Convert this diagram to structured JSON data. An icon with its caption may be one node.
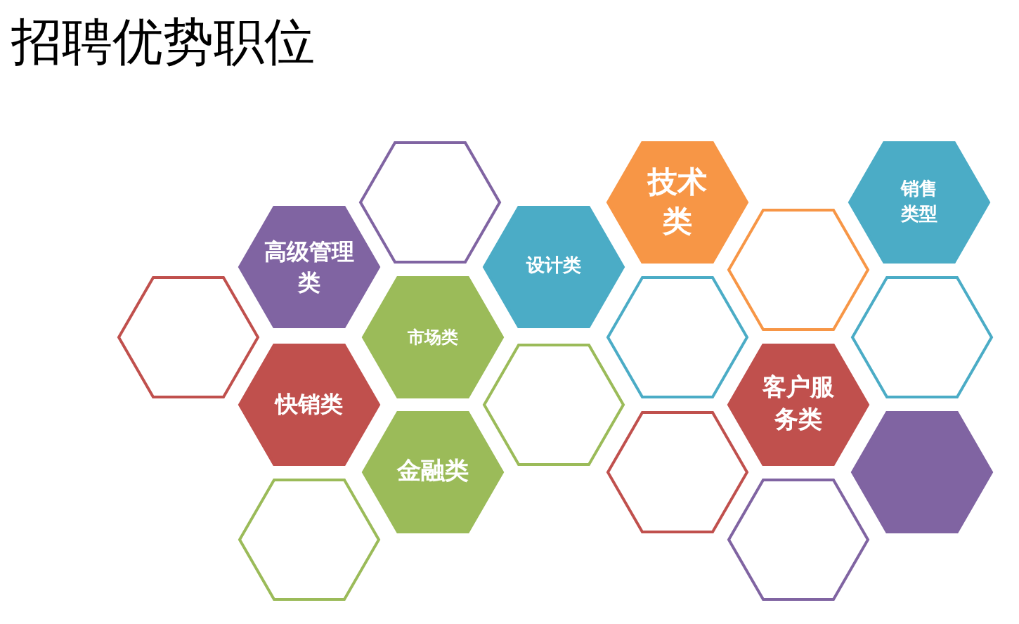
{
  "diagram": {
    "title": "招聘优势职位",
    "nodes": [
      {
        "text": [],
        "shape": "hexagon"
      },
      {
        "text": [
          "技术类"
        ]
      },
      {
        "text": [
          "销售类型"
        ]
      },
      {
        "text": [
          "高级管理类"
        ]
      },
      {
        "text": [
          "设计类"
        ]
      },
      {
        "text": [],
        "shape": "hexagon"
      },
      {
        "text": [],
        "shape": "hexagon"
      },
      {
        "text": [
          "市场类"
        ]
      },
      {
        "text": [],
        "shape": "hexagon"
      },
      {
        "text": [],
        "shape": "hexagon"
      },
      {
        "text": [
          "快销类"
        ]
      },
      {
        "text": [],
        "shape": "hexagon"
      },
      {
        "text": [
          "客户服务类"
        ]
      },
      {
        "text": [
          "金融类"
        ]
      },
      {
        "text": [],
        "shape": "hexagon"
      },
      {
        "text": [],
        "shape": "hexagon"
      },
      {
        "text": [],
        "shape": "hexagon"
      },
      {
        "text": [],
        "shape": "hexagon"
      }
    ]
  }
}
